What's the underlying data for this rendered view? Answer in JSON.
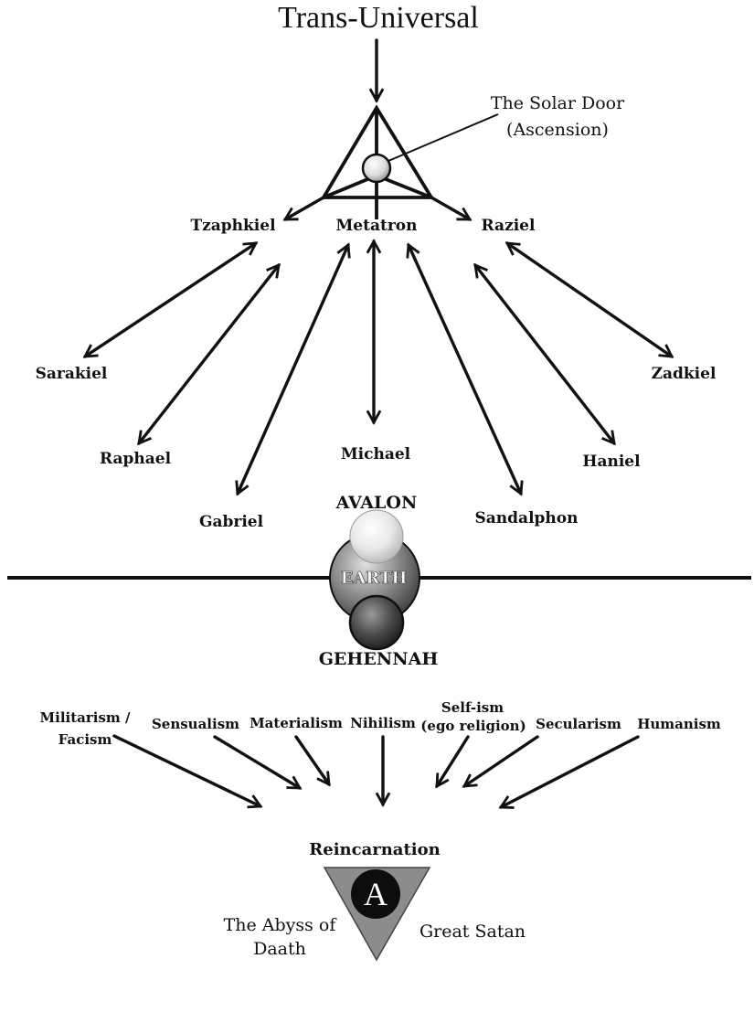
{
  "title": "Trans-Universal",
  "solar_door": {
    "line1": "The Solar Door",
    "line2": "(Ascension)"
  },
  "archangels": {
    "tzaphkiel": "Tzaphkiel",
    "metatron": "Metatron",
    "raziel": "Raziel"
  },
  "angels": {
    "sarakiel": "Sarakiel",
    "raphael": "Raphael",
    "gabriel": "Gabriel",
    "michael": "Michael",
    "sandalphon": "Sandalphon",
    "haniel": "Haniel",
    "zadkiel": "Zadkiel"
  },
  "realms": {
    "avalon": "AVALON",
    "earth": "EARTH",
    "gehennah": "GEHENNAH"
  },
  "isms": {
    "militarism_1": "Militarism /",
    "militarism_2": "Facism",
    "sensualism": "Sensualism",
    "materialism": "Materialism",
    "nihilism": "Nihilism",
    "selfism_1": "Self-ism",
    "selfism_2": "(ego religion)",
    "secularism": "Secularism",
    "humanism": "Humanism"
  },
  "bottom": {
    "reincarnation": "Reincarnation",
    "symbol": "A",
    "abyss_1": "The Abyss of",
    "abyss_2": "Daath",
    "great_satan": "Great Satan"
  },
  "colors": {
    "ink": "#111111",
    "avalon_sphere": "#e6e6e6",
    "earth_sphere": "#8a8a8a",
    "gehennah_sphere": "#3a3a3a",
    "abyss_triangle": "#8c8c8c"
  }
}
